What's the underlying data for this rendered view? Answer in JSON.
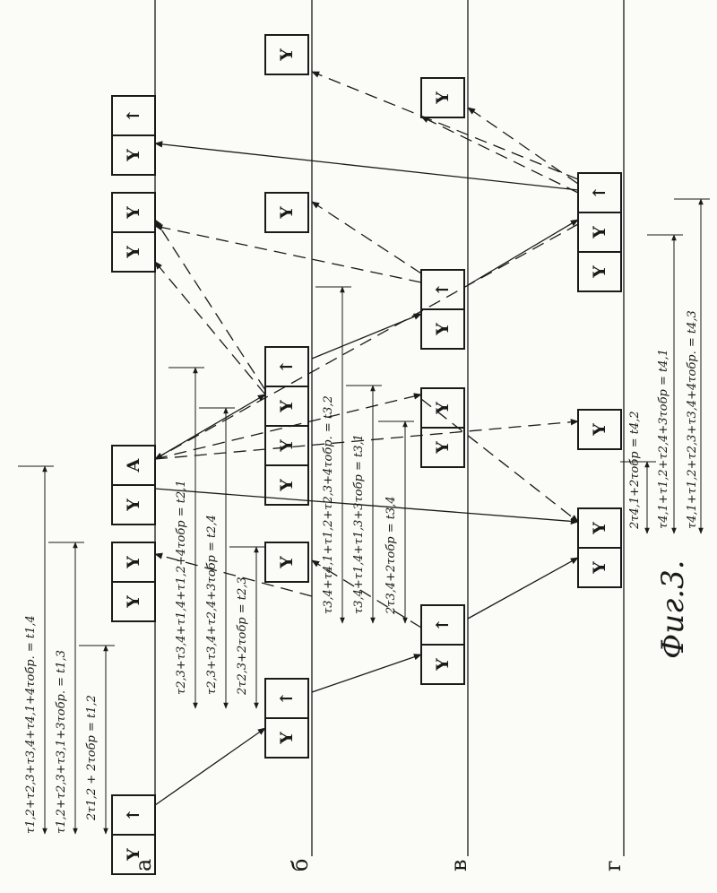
{
  "figure": {
    "caption": "Фиг.3."
  },
  "lanes": [
    {
      "id": "a",
      "label": "а"
    },
    {
      "id": "b",
      "label": "б"
    },
    {
      "id": "v",
      "label": "в"
    },
    {
      "id": "g",
      "label": "г"
    }
  ],
  "block_glyphs": {
    "y": "Y",
    "arrow": "↑",
    "a": "А"
  },
  "formulas": {
    "t14": "τ1,2+τ2,3+τ3,4+τ4,1+4τобр. = t1,4",
    "t13": "τ1,2+τ2,3+τ3,1+3τобр. = t1,3",
    "t12": "2τ1,2 + 2τобр = t1,2",
    "t21": "τ2,3+τ3,4+τ1,4+τ1,2+4τобр = t2,1",
    "t24": "τ2,3+τ3,4+τ2,4+3τобр = t2,4",
    "t23": "2τ2,3+2τобр = t2,3",
    "t32": "τ3,4+τ4,1+τ1,2+τ2,3+4τобр. = t3,2",
    "t31": "τ3,4+τ1,4+τ1,3+3τобр = t3,1",
    "t34": "2τ3,4+2τобр = t3,4",
    "t42": "2τ4,1+2τобр = t4,2",
    "t41": "τ4,1+τ1,2+τ2,4+3τобр = t4,1",
    "t43": "τ4,1+τ1,2+τ2,3+τ3,4+4τобр. = t4,3"
  },
  "colors": {
    "ink": "#1a1a1a",
    "paper": "#fbfbf8"
  }
}
